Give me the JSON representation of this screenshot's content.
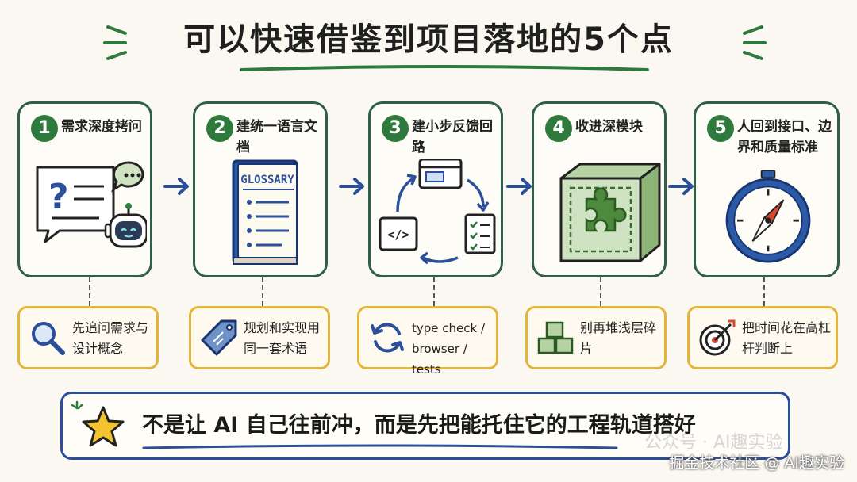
{
  "title": "可以快速借鉴到项目落地的5个点",
  "colors": {
    "green": "#2d7a3c",
    "border": "#2f5f4a",
    "yellow": "#e4b53a",
    "blue": "#2b4f9a"
  },
  "steps": [
    {
      "num": "1",
      "title": "需求深度拷问",
      "icon": "question-robot-icon"
    },
    {
      "num": "2",
      "title": "建统一语言文档",
      "icon": "glossary-book-icon",
      "book_label": "GLOSSARY"
    },
    {
      "num": "3",
      "title": "建小步反馈回路",
      "icon": "feedback-loop-icon"
    },
    {
      "num": "4",
      "title": "收进深模块",
      "icon": "puzzle-cube-icon"
    },
    {
      "num": "5",
      "title": "人回到接口、边界和质量标准",
      "icon": "compass-icon"
    }
  ],
  "cards": [
    {
      "text": "先追问需求与设计概念",
      "icon": "magnifier-icon"
    },
    {
      "text": "规划和实现用同一套术语",
      "icon": "tag-icon"
    },
    {
      "text": "type check / browser / tests",
      "icon": "refresh-icon"
    },
    {
      "text": "别再堆浅层碎片",
      "icon": "blocks-icon"
    },
    {
      "text": "把时间花在高杠杆判断上",
      "icon": "target-icon"
    }
  ],
  "banner": {
    "text": "不是让 AI 自己往前冲，而是先把能托住它的工程轨道搭好",
    "icon": "star-icon"
  },
  "watermark": {
    "back": "公众号 · AI趣实验",
    "front": "掘金技术社区 @ AI趣实验"
  }
}
